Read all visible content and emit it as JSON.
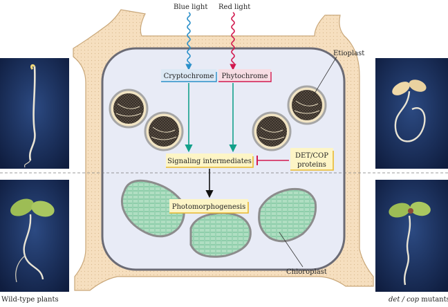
{
  "labels": {
    "blue_light": "Blue light",
    "red_light": "Red light",
    "etioplast": "Etioplast",
    "chloroplast": "Chloroplast",
    "wild_type": "Wild-type plants",
    "det_cop_mutants_italic": "det / cop",
    "det_cop_mutants_suffix": " mutants"
  },
  "boxes": {
    "cryptochrome": "Cryptochrome",
    "phytochrome": "Phytochrome",
    "signaling": "Signaling intermediates",
    "photomorphogenesis": "Photomorphogenesis",
    "det_cop_line1": "DET/COP",
    "det_cop_line2": "proteins"
  },
  "colors": {
    "blue_light": "#2a8fc9",
    "red_light": "#d2194f",
    "teal_arrow": "#12a08a",
    "inhibit": "#d2194f",
    "box_fill": "#fdf5c6",
    "box_border": "#e9b92f",
    "cell_wall": "#f6dfbf",
    "cell_interior": "#e8ebf6",
    "photo_bg": "#1b2f5c"
  }
}
